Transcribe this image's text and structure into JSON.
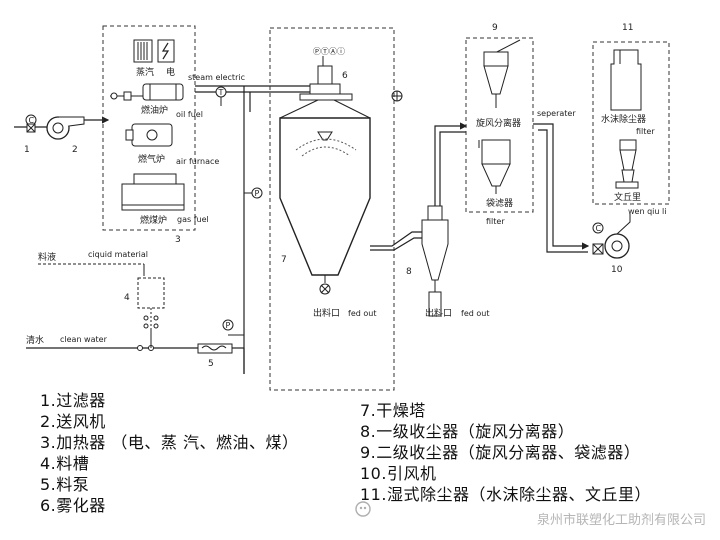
{
  "labels": {
    "steam": "蒸汽",
    "electric": "电",
    "steam_electric_en": "steam electric",
    "oil_furnace": "燃油炉",
    "oil_fuel_en": "oil fuel",
    "gas_furnace": "燃气炉",
    "air_furnace_en": "air furnace",
    "coal_furnace": "燃煤炉",
    "gas_fuel_en": "gas fuel",
    "feed_liquid": "料液",
    "liquid_material_en": "ciquid material",
    "clean_water": "清水",
    "clean_water_en": "clean water",
    "outlet_1": "出料口",
    "fed_out_1": "fed out",
    "outlet_2": "出料口",
    "fed_out_2": "fed out",
    "cyclone": "旋风分离器",
    "bag_filter": "袋滤器",
    "filter_en": "filter",
    "separator_en": "seperater",
    "water_film": "水沫除尘器",
    "filter_en_2": "filter",
    "venturi": "文丘里",
    "venturi_en": "wen qiu li",
    "atomizer_instr": "ⓅⓉⒶⓘ"
  },
  "numbers": {
    "n1": "1",
    "n2": "2",
    "n3": "3",
    "n4": "4",
    "n5": "5",
    "n6": "6",
    "n7": "7",
    "n8": "8",
    "n9": "9",
    "n10": "10",
    "n11": "11"
  },
  "instruments": {
    "T": "T",
    "P1": "P",
    "P2": "P",
    "C1": "C",
    "C2": "C"
  },
  "legend_left": [
    "1.过滤器",
    "2.送风机",
    "3.加热器 （电、蒸 汽、燃油、煤）",
    "4.料槽",
    "5.料泵",
    "6.雾化器"
  ],
  "legend_right": [
    "7.干燥塔",
    "8.一级收尘器（旋风分离器）",
    "9.二级收尘器（旋风分离器、袋滤器）",
    "10.引风机",
    "11.湿式除尘器（水沫除尘器、文丘里）"
  ],
  "watermark": "泉州市联塑化工助剂有限公司"
}
